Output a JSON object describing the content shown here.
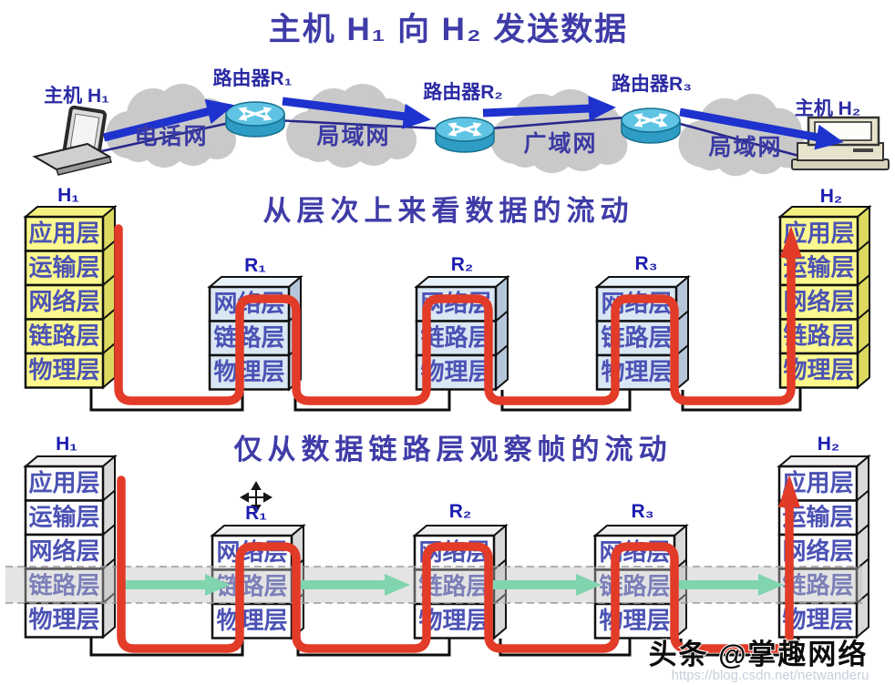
{
  "page_title": "主机 H₁ 向 H₂ 发送数据",
  "topology": {
    "host1_label": "主机 H₁",
    "router1_label": "路由器R₁",
    "router2_label": "路由器R₂",
    "router3_label": "路由器R₃",
    "host2_label": "主机 H₂",
    "cloud1_label": "电话网",
    "cloud2_label": "局域网",
    "cloud3_label": "广域网",
    "cloud4_label": "局域网"
  },
  "sections": {
    "layers_flow_title": "从层次上来看数据的流动",
    "link_flow_title": "仅从数据链路层观察帧的流动"
  },
  "node_labels": {
    "h1": "H₁",
    "r1": "R₁",
    "r2": "R₂",
    "r3": "R₃",
    "h2": "H₂"
  },
  "stack_layers": {
    "host": [
      "应用层",
      "运输层",
      "网络层",
      "链路层",
      "物理层"
    ],
    "router": [
      "网络层",
      "链路层",
      "物理层"
    ]
  },
  "watermark": {
    "source": "头条 @掌趣网络",
    "url": "https://blog.csdn.net/netwanderu"
  },
  "colors": {
    "title_text": "#3f3ca8",
    "layer_text": "#4b52b4",
    "host_stack_yellow": "#fbf98e",
    "router_stack_blue": "#d9e6f3",
    "bottom_stack_white": "#fdfdfd",
    "data_flow_red": "#e23b28",
    "frame_arrow_green": "#80d4ae",
    "link_arrow_blue": "#1e32ce",
    "cloud_gray": "#c9c9c9"
  }
}
